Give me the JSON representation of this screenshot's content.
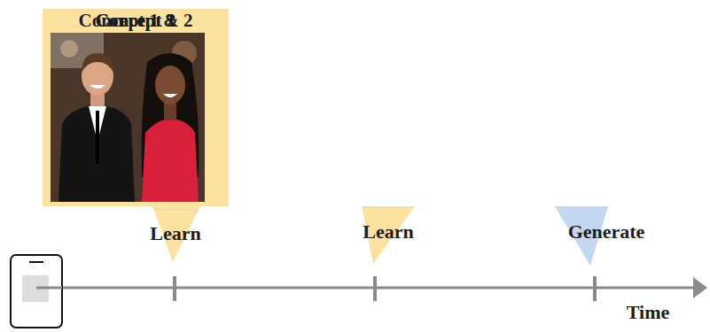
{
  "diagram": {
    "nodes": [
      {
        "text": [
          "Concept 1"
        ]
      },
      {
        "text": [
          "Concept 2"
        ]
      },
      {
        "text": [
          "Concept 1 & 2"
        ]
      }
    ],
    "labels": [
      "Learn",
      "Learn",
      "Generate",
      "Time"
    ]
  }
}
